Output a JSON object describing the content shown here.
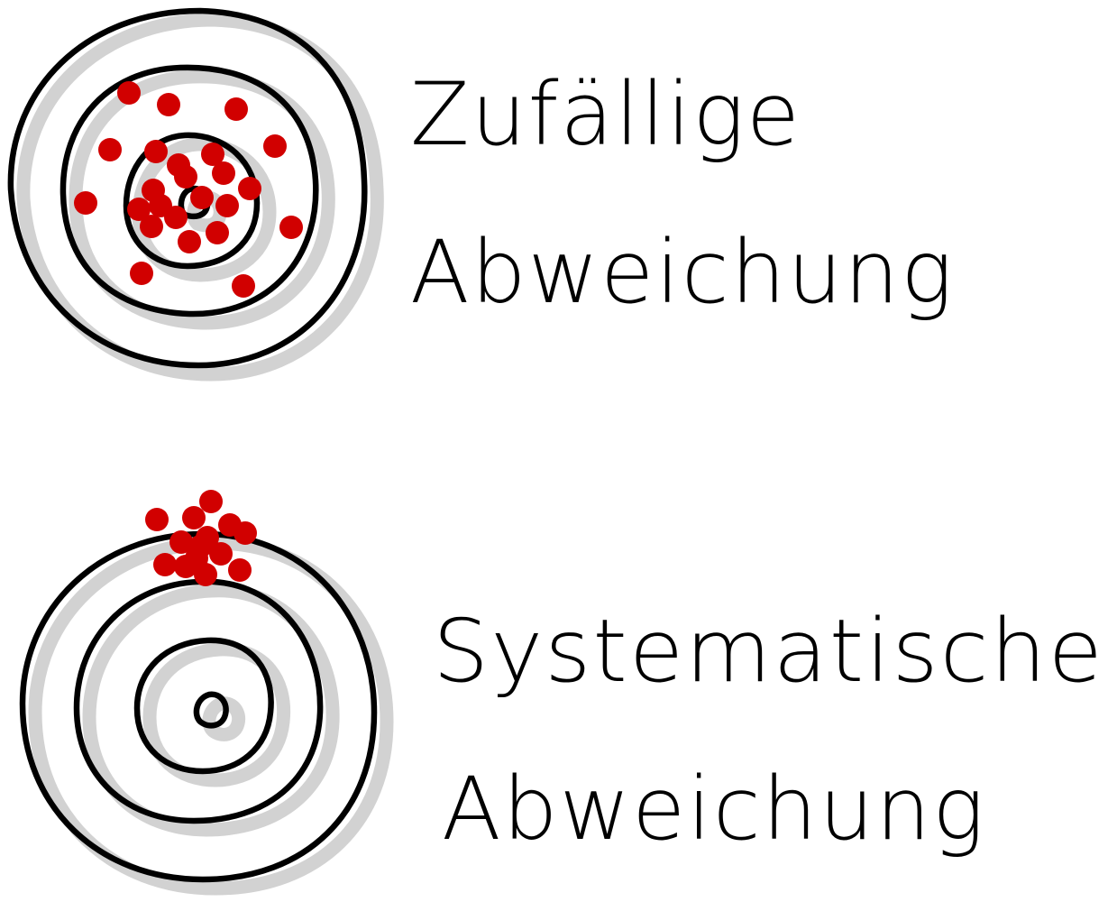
{
  "colors": {
    "ring": "#000000",
    "shadow": "#d2d2d2",
    "hit": "#d10000",
    "background": "#ffffff"
  },
  "panels": [
    {
      "id": "random",
      "label_line1": "Zufällige",
      "label_line2": "Abweichung",
      "hit_pattern": "scattered"
    },
    {
      "id": "systematic",
      "label_line1": "Systematische",
      "label_line2": "Abweichung",
      "hit_pattern": "clustered-offset"
    }
  ]
}
